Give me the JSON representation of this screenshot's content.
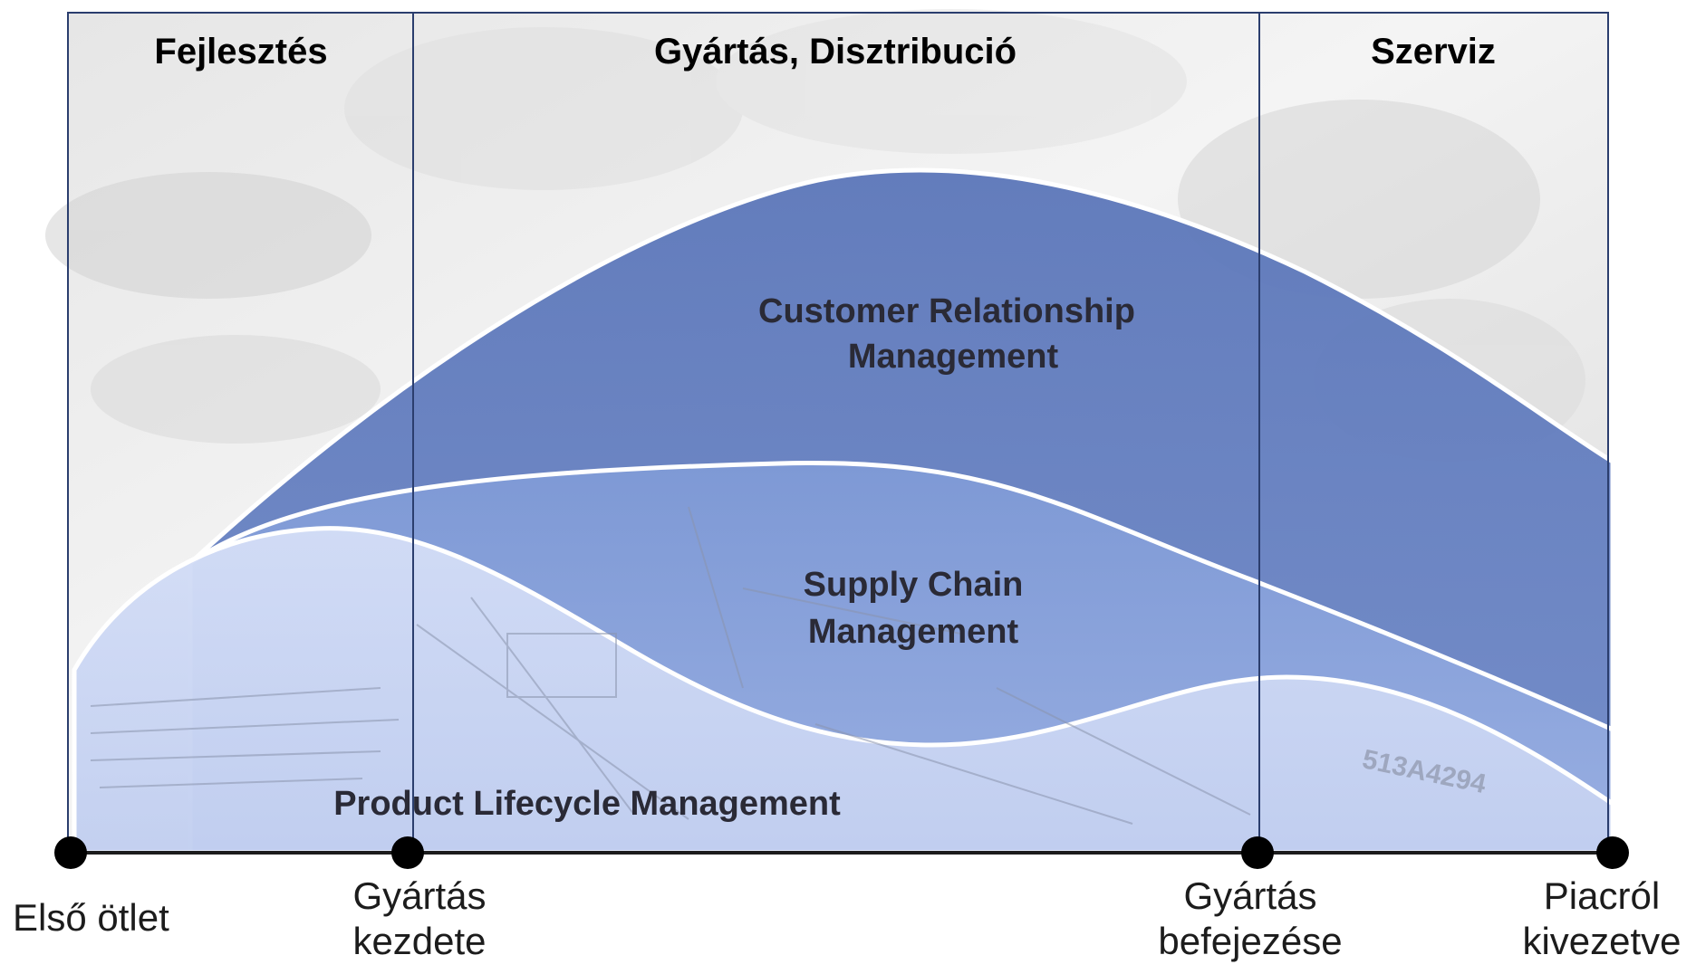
{
  "phases": {
    "development": "Fejlesztés",
    "production": "Gyártás, Disztribució",
    "service": "Szerviz"
  },
  "areas": {
    "crm_line1": "Customer Relationship",
    "crm_line2": "Management",
    "scm_line1": "Supply Chain",
    "scm_line2": "Management",
    "plm": "Product Lifecycle Management"
  },
  "milestones": {
    "first_idea": "Első ötlet",
    "production_start_line1": "Gyártás",
    "production_start_line2": "kezdete",
    "production_end_line1": "Gyártás",
    "production_end_line2": "befejezése",
    "market_exit_line1": "Piacról",
    "market_exit_line2": "kivezetve"
  },
  "background_watermark": "513A4294",
  "colors": {
    "crm_fill": "#6781c1",
    "scm_fill": "#8aa4dc",
    "plm_fill": "#c7d3f3",
    "frame": "#2b3e6e",
    "milestone_dot": "#000000",
    "text_dark": "#2a2a36"
  }
}
